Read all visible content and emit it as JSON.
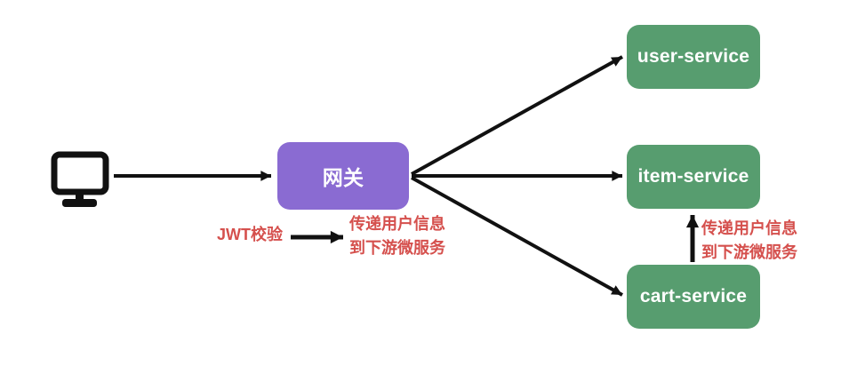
{
  "diagram": {
    "type": "architecture-flow",
    "nodes": {
      "client": {
        "icon": "monitor-icon"
      },
      "gateway": {
        "label": "网关"
      },
      "services": [
        {
          "label": "user-service"
        },
        {
          "label": "item-service"
        },
        {
          "label": "cart-service"
        }
      ]
    },
    "annotations": {
      "jwt": {
        "label": "JWT校验"
      },
      "gateway_note": {
        "line1": "传递用户信息",
        "line2": "到下游微服务"
      },
      "cart_note": {
        "line1": "传递用户信息",
        "line2": "到下游微服务"
      }
    },
    "edges": [
      {
        "from": "client",
        "to": "gateway"
      },
      {
        "from": "gateway",
        "to": "user-service"
      },
      {
        "from": "gateway",
        "to": "item-service"
      },
      {
        "from": "gateway",
        "to": "cart-service"
      },
      {
        "from": "cart-service",
        "to": "item-service"
      },
      {
        "from": "jwt-annotation",
        "to": "gateway-note"
      }
    ],
    "colors": {
      "gateway_fill": "#8A6BD2",
      "service_fill": "#579D6F",
      "annotation_red": "#D5504D",
      "arrow_black": "#111111",
      "node_text": "#FFFFFF",
      "background": "#FFFFFF"
    }
  }
}
